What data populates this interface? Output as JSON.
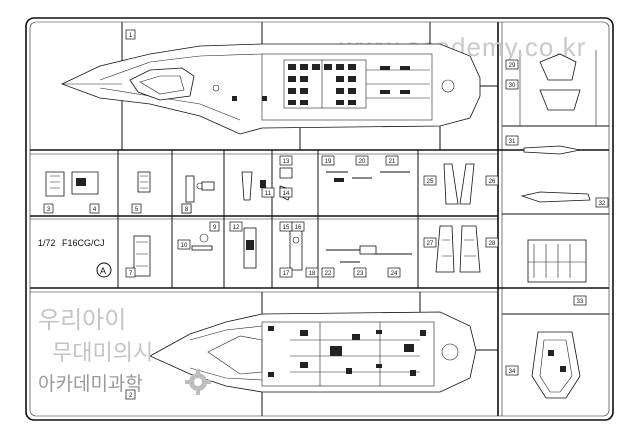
{
  "sprue": {
    "scale_label": "1/72",
    "model_name": "F16CG/CJ",
    "sprue_letter": "A",
    "part_numbers": [
      "1",
      "2",
      "3",
      "4",
      "5",
      "6",
      "7",
      "8",
      "9",
      "10",
      "11",
      "12",
      "13",
      "14",
      "15",
      "16",
      "17",
      "18",
      "19",
      "20",
      "21",
      "22",
      "23",
      "24",
      "25",
      "26",
      "27",
      "28",
      "29",
      "30",
      "31",
      "32",
      "33",
      "34"
    ]
  },
  "watermark": {
    "url": "www.academy.co.kr",
    "korean_line1": "우리아이",
    "korean_line2": "무대미의시",
    "korean_line3": "아카데미과학"
  }
}
